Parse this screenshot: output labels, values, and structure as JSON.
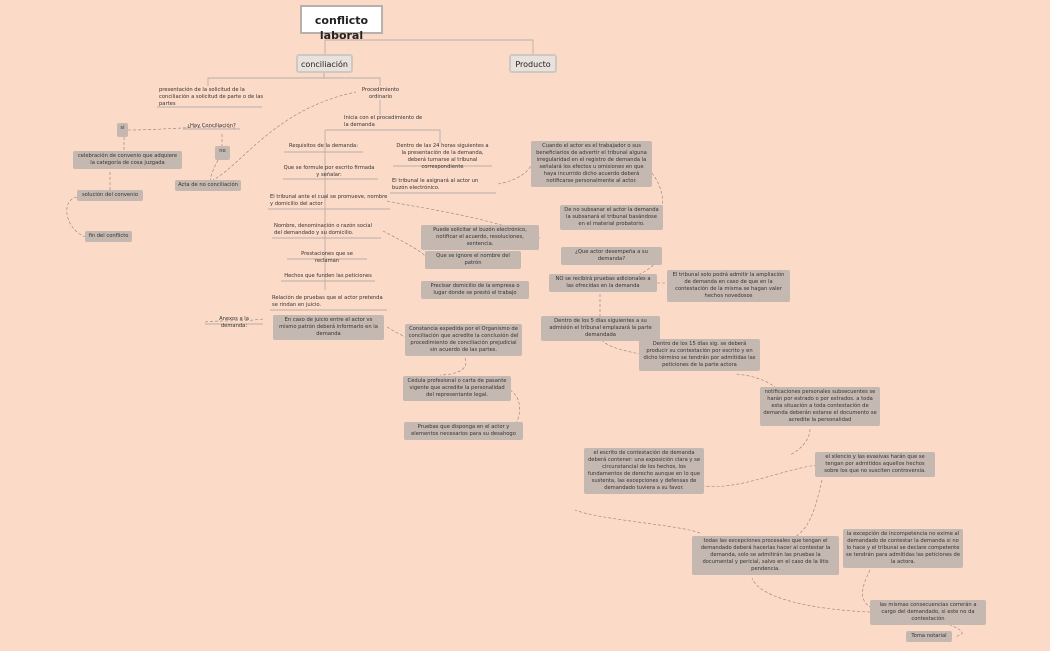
{
  "root": "conflicto laboral",
  "topics": {
    "conciliacion": "conciliación",
    "producto": "Producto"
  },
  "nodes": {
    "presentacion": "presentación de la solicitud de la conciliación a solicitud de parte o de las partes",
    "procedimiento": "Procedimiento ordinario",
    "si": "si",
    "hay_conciliacion": "¿Hay Conciliación?",
    "no": "no",
    "celebracion": "celebración de convenio que adquiere la categoría de cosa juzgada",
    "acta_no_conc": "Acta de no conciliación",
    "solucion": "solución del convenio",
    "fin": "fin del conflicto",
    "inicia": "Inicia con el procedimiento de la demanda",
    "requisitos": "Requisitos de la demanda:",
    "dentro_24": "Dentro de las 24 horas siguientes a la presentación de la demanda, deberá turnarse al tribunal correspondiente",
    "formule": "Que se formule por escrito firmada y señalar:",
    "tribunal_asigna": "El tribunal le asignará al actor un buzón electrónico.",
    "tribunal_ante": "El tribunal ante el cual se promueve, nombre y domicilio del actor",
    "nombre_demandado": "Nombre, denominación o razón social del demandado y su domicilio.",
    "prestaciones": "Prestaciones que se reclaman",
    "hechos": "Hechos que funden las peticiones",
    "relacion_pruebas": "Relación de pruebas que el actor pretenda se rindan en juicio.",
    "anexos": "Anexos a la demanda:",
    "caso_juicio": "En caso de juicio entre el actor vs mismo patrón deberá informarlo en la demanda",
    "constancia": "Constancia expedida por el Organismo de conciliación que acredite la conclusión del procedimiento de conciliación prejudicial sin acuerdo de las partes.",
    "cedula": "Cédula profesional o carta de pasante vigente que acredite la personalidad del representante legal.",
    "pruebas_disp": "Pruebas que disponga en el actor y elementos necesarios para su desahogo",
    "puede_solicitar": "Puede solicitar el buzón electrónico, notificar el acuerdo, resoluciones, sentencia.",
    "ignore_nombre": "Que se ignore el nombre del patrón",
    "precisar": "Precisar domicilio de la empresa o lugar donde se prestó el trabajo",
    "cuando_actor": "Cuando el actor es el trabajador o sus beneficiarios de advertir el tribunal alguna irregularidad en el registro de demanda la señalará los efectos u omisiones en que haya incurrido dicho acuerdo deberá notificarse personalmente al actor.",
    "no_subsanar": "De no subsanar el actor la demanda la subsanará el tribunal basándose en el material probatorio.",
    "que_actor": "¿Que actor desempeña a su demanda?",
    "no_recibira": "NO se recibirá pruebas adicionales a las ofrecidas en la demanda",
    "tribunal_solo": "El tribunal solo podrá admitir la ampliación de demanda en caso de que en la contestación de la misma se hagan valer hechos novedosos",
    "dentro_5": "Dentro de los 5 días siguientes a su admisión el tribunal emplazará la parte demandada",
    "dentro_15": "Dentro de los 15 días sig. se deberá producir su contestación por escrito y en dicho término se tendrán por admitidas las peticiones de la parte actora",
    "notificaciones": "notificaciones personales subsecuentes se harán por estrado o por estrados. a toda esta situación a toda contestación de demanda deberán estarse el documento se acredite la personalidad",
    "escrito_contestacion": "el escrito de contestación de demanda deberá contener: una exposición clara y se circunstancial de los hechos, los fundamentos de derecho aunque en lo que sustenta, las excepciones y defensas de demandado tuviera a su favor.",
    "silencio": "el silencio y las evasivas harán que se tengan por admitidos aquellos hechos sobre los que no susciten controversia.",
    "todas_excepciones": "todas las excepciones procesales que tengan el demandado deberá hacerlas hacer al contestar la demanda, solo se admitirán las pruebas la documental y pericial, salvo en el caso de la litis pendencia.",
    "excepcion_incompetencia": "la excepción de incompetencia no exime al demandado de contestar la demanda si no lo hace y el tribunal se declare competente se tendrán para admitidas las peticiones de la actora.",
    "mismas_consecuencias": "las mismas consecuencias correrán a cargo del demandado, si este no da contestación",
    "toma_notario": "Toma notarial"
  }
}
